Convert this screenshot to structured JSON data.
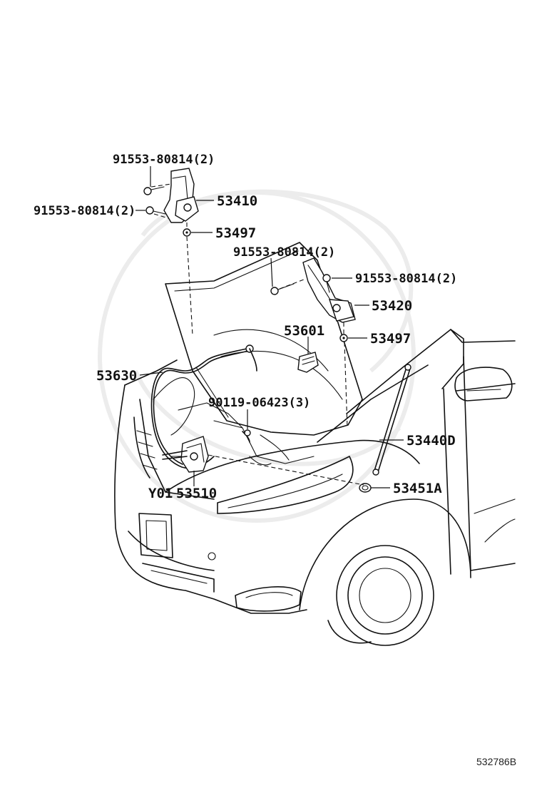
{
  "callouts": {
    "bolt_top": "91553-80814(2)",
    "bolt_left": "91553-80814(2)",
    "hinge_left": "53410",
    "nut_left": "53497",
    "bolt_mid": "91553-80814(2)",
    "bolt_right": "91553-80814(2)",
    "hinge_right": "53420",
    "cushion": "53601",
    "nut_right": "53497",
    "cable": "53630",
    "clip": "90119-06423(3)",
    "stay": "53440D",
    "lock": "53510",
    "lock_prefix": "Y01",
    "grommet": "53451A"
  },
  "diagram_ref": "532786B"
}
